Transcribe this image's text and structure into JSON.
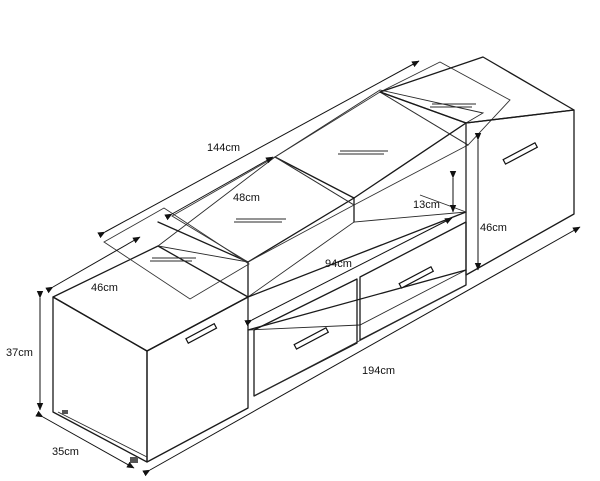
{
  "diagram": {
    "colors": {
      "line": "#1a1a1a",
      "background": "#ffffff"
    },
    "dimensions": {
      "total_length": "194cm",
      "glass_top_length": "144cm",
      "glass_panel_width": "48cm",
      "side_depth": "46cm",
      "side_height": "37cm",
      "base_depth": "35cm",
      "drawer_width": "94cm",
      "shelf_gap": "13cm",
      "tall_unit_height": "46cm"
    }
  }
}
